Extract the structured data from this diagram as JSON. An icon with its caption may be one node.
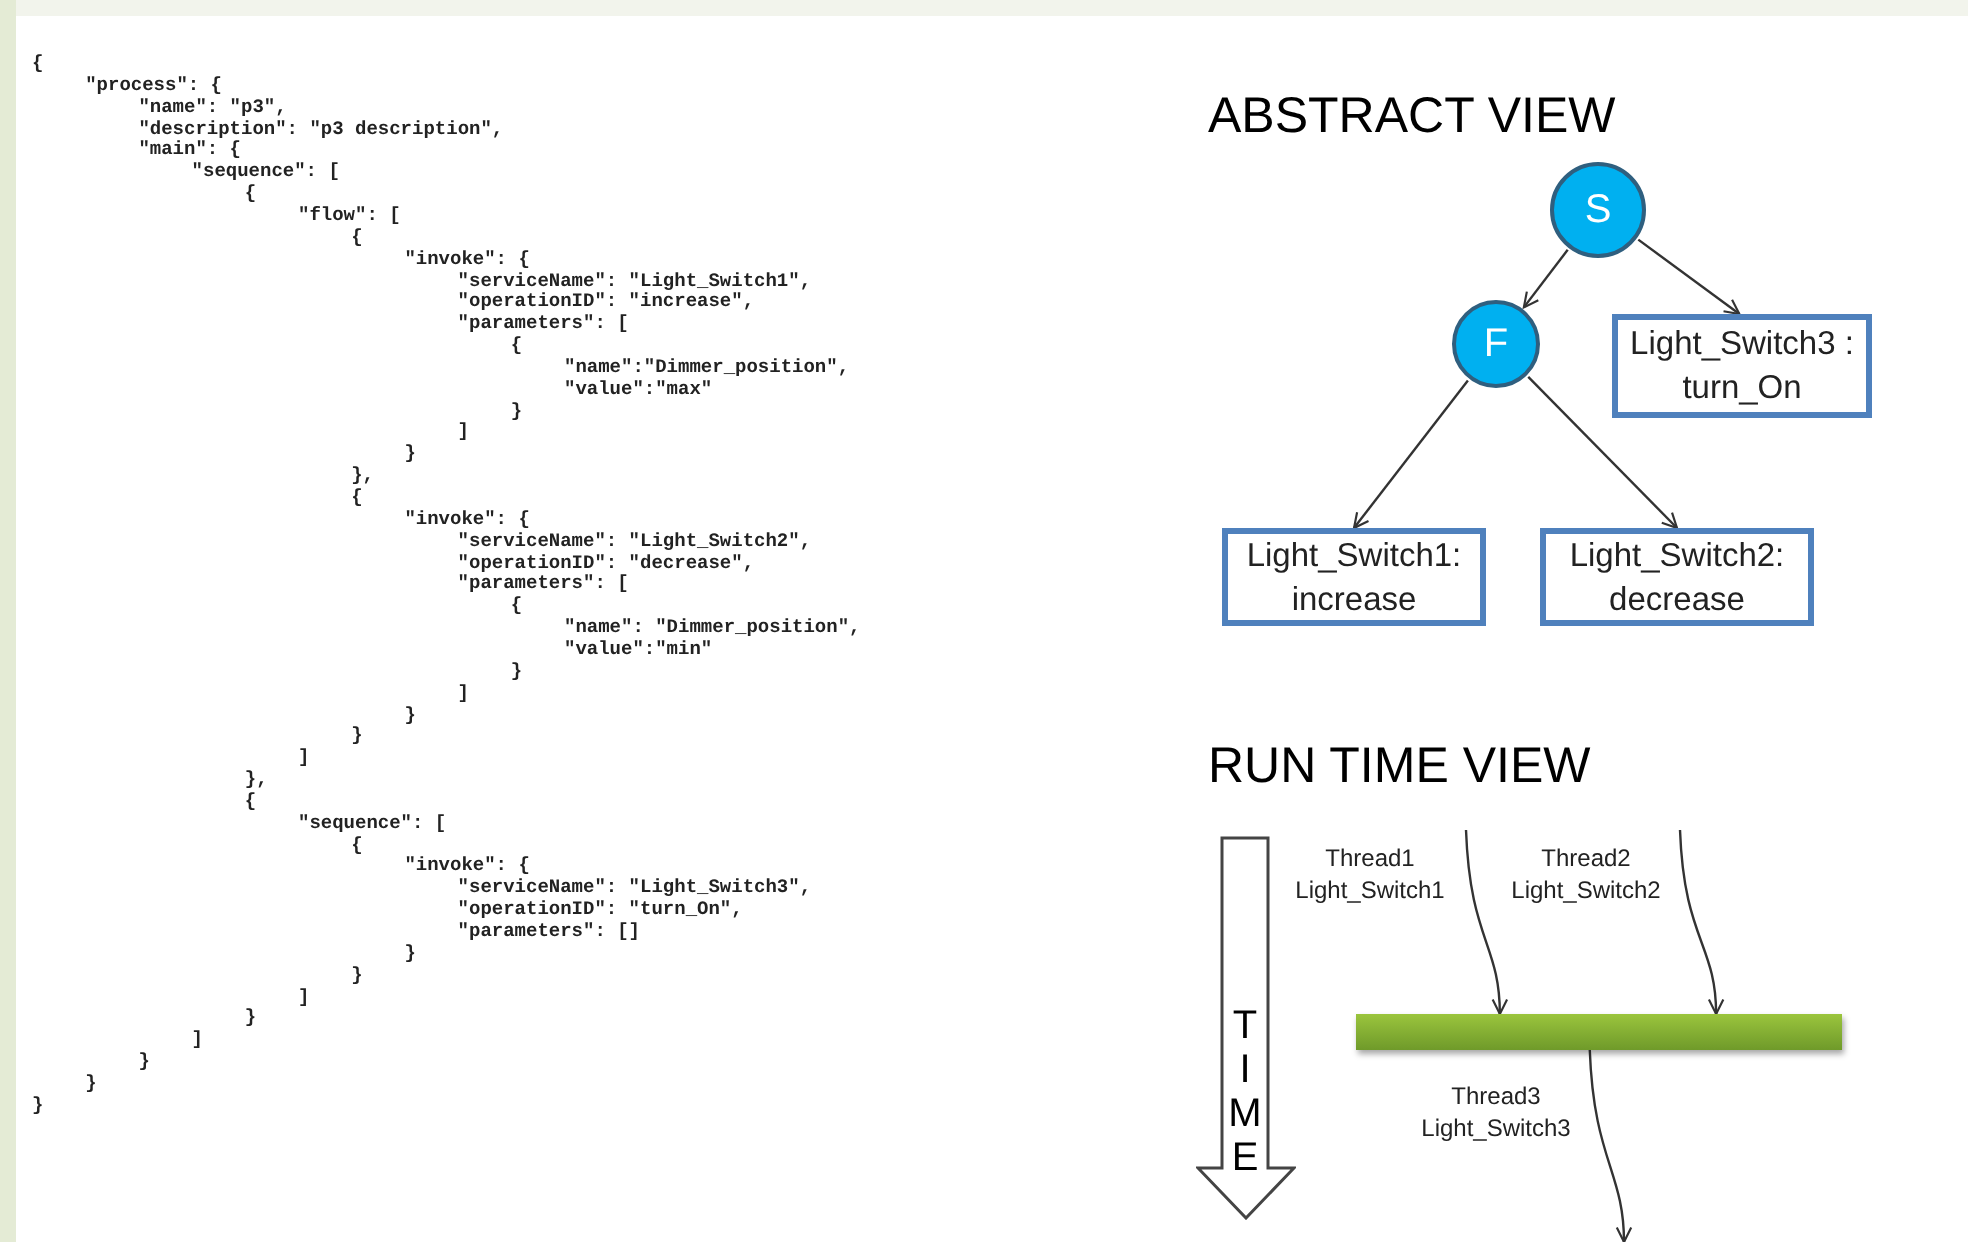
{
  "diagram": {
    "nodes": [
      {
        "text": [
          "S"
        ]
      },
      {
        "text": [
          "F"
        ]
      },
      {
        "text": [
          "Light_Switch3 : turn_On"
        ]
      },
      {
        "text": [
          "Light_Switch1: increase"
        ]
      },
      {
        "text": [
          "Light_Switch2: decrease"
        ]
      },
      {
        "text": [],
        "shape": "bar"
      },
      {
        "text": [
          "TIME"
        ]
      }
    ],
    "edges": [
      {
        "from": 0,
        "to": 1,
        "arrow": "to"
      },
      {
        "from": 0,
        "to": 2,
        "arrow": "to"
      },
      {
        "from": 1,
        "to": 3,
        "arrow": "to"
      },
      {
        "from": 1,
        "to": 4,
        "arrow": "to"
      },
      {
        "from": null,
        "to": 5,
        "arrow": "to",
        "label": "Thread1 Light_Switch1"
      },
      {
        "from": null,
        "to": 5,
        "arrow": "to",
        "label": "Thread2 Light_Switch2"
      },
      {
        "from": 5,
        "to": null,
        "arrow": "to",
        "label": "Thread3 Light_Switch3"
      }
    ],
    "labels": [
      "ABSTRACT VIEW",
      "RUN TIME VIEW",
      "{",
      "\"process\": {",
      "\"name\": \"p3\",",
      "\"description\": \"p3 description\",",
      "\"main\": {",
      "\"sequence\": [",
      "{",
      "\"flow\": [",
      "{",
      "\"invoke\": {",
      "\"serviceName\": \"Light_Switch1\",",
      "\"operationID\": \"increase\",",
      "\"parameters\": [",
      "{",
      "\"name\":\"Dimmer_position\",",
      "\"value\":\"max\"",
      "}",
      "]",
      "}",
      "},",
      "{",
      "\"invoke\": {",
      "\"serviceName\": \"Light_Switch2\",",
      "\"operationID\": \"decrease\",",
      "\"parameters\": [",
      "{",
      "\"name\": \"Dimmer_position\",",
      "\"value\":\"min\"",
      "}",
      "]",
      "}",
      "}",
      "]",
      "},",
      "{",
      "\"sequence\": [",
      "{",
      "\"invoke\": {",
      "\"serviceName\": \"Light_Switch3\",",
      "\"operationID\": \"turn_On\",",
      "\"parameters\": []",
      "}",
      "}",
      "]",
      "}",
      "]",
      "}",
      "}",
      "}"
    ]
  }
}
